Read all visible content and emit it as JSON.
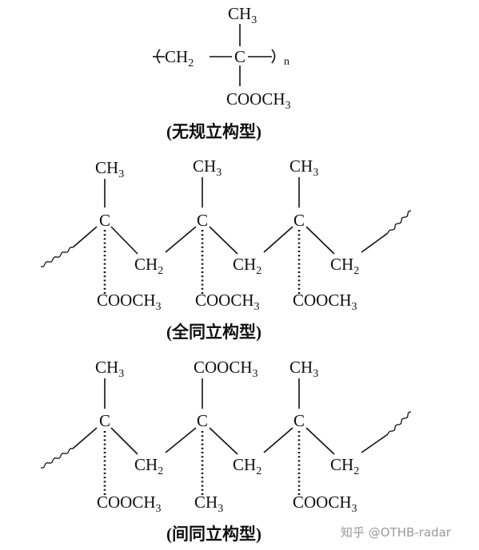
{
  "atactic": {
    "ch3": "CH",
    "ch3_sub": "3",
    "chain_ch2": "CH",
    "chain_ch2_sub": "2",
    "chain_c": "C",
    "repeat_n": "n",
    "ester": "COOCH",
    "ester_sub": "3",
    "caption": "(无规立构型)"
  },
  "isotactic": {
    "ch3_labels": [
      "CH",
      "CH",
      "CH"
    ],
    "ch3_sub": "3",
    "c_labels": [
      "C",
      "C",
      "C"
    ],
    "ch2_labels": [
      "CH",
      "CH",
      "CH"
    ],
    "ch2_sub": "2",
    "ester_labels": [
      "COOCH",
      "COOCH",
      "COOCH"
    ],
    "ester_sub": "3",
    "caption": "(全同立构型)"
  },
  "syndiotactic": {
    "top_1": "CH",
    "top_1_sub": "3",
    "top_2": "COOCH",
    "top_2_sub": "3",
    "top_3": "CH",
    "top_3_sub": "3",
    "c_labels": [
      "C",
      "C",
      "C"
    ],
    "ch2_labels": [
      "CH",
      "CH",
      "CH"
    ],
    "ch2_sub": "2",
    "bottom_1": "COOCH",
    "bottom_1_sub": "3",
    "bottom_2": "CH",
    "bottom_2_sub": "3",
    "bottom_3": "COOCH",
    "bottom_3_sub": "3",
    "caption": "(间同立构型)"
  },
  "watermark": "知乎 @OTHB-radar"
}
